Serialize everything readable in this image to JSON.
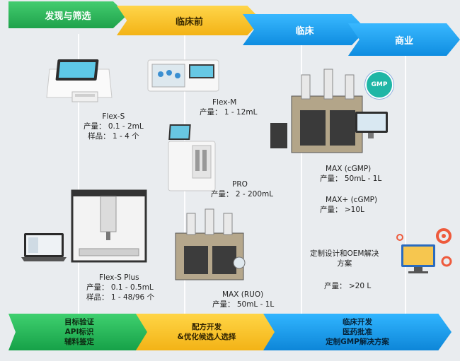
{
  "stages": [
    {
      "label": "发现与筛选"
    },
    {
      "label": "临床前"
    },
    {
      "label": "临床"
    },
    {
      "label": "商业"
    }
  ],
  "devices": {
    "flex_s": {
      "name": "Flex-S",
      "yield": "产量： 0.1 - 2mL",
      "samples": "样品： 1 - 4 个"
    },
    "flex_m": {
      "name": "Flex-M",
      "yield": "产量： 1 - 12mL"
    },
    "pro": {
      "name": "PRO",
      "yield": "产量： 2 - 200mL"
    },
    "flex_s_plus": {
      "name": "Flex-S Plus",
      "yield": "产量： 0.1 - 0.5mL",
      "samples": "样品： 1 - 48/96 个"
    },
    "max_ruo": {
      "name": "MAX (RUO)",
      "yield": "产量： 50mL - 1L"
    },
    "max_cgmp": {
      "name": "MAX (cGMP)",
      "yield": "产量： 50mL - 1L"
    },
    "max_plus": {
      "name": "MAX+ (cGMP)",
      "yield": "产量： >10L"
    },
    "custom": {
      "line1": "定制设计和OEM解决",
      "line2": "方案",
      "yield": "产量： >20 L"
    }
  },
  "gmp_badge": "GMP",
  "bottom": [
    {
      "lines": [
        "目标验证",
        "API标识",
        "辅料鉴定"
      ]
    },
    {
      "lines": [
        "配方开发",
        "&优化候选人选择"
      ]
    },
    {
      "lines": [
        "临床开发",
        "医药批准",
        "定制GMP解决方案"
      ]
    }
  ],
  "colors": {
    "green": "#1fa24b",
    "yellow": "#f3b316",
    "blue": "#0f8de0",
    "background": "#e9ecef"
  }
}
